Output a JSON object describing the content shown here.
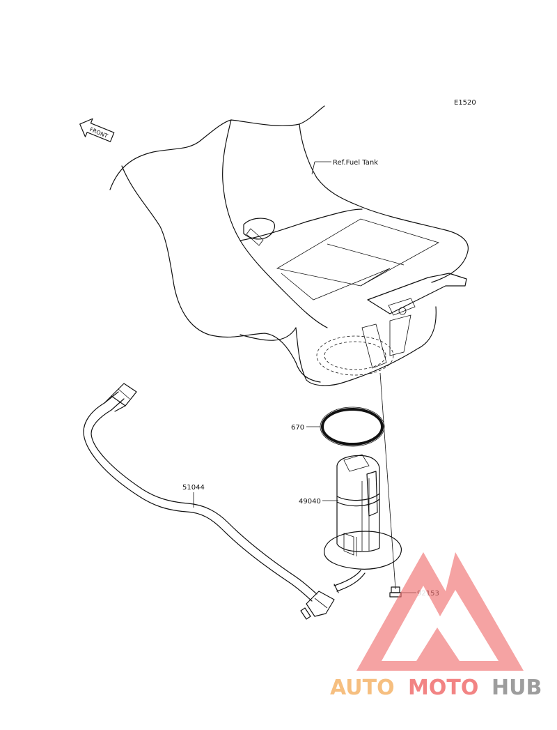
{
  "diagram": {
    "code": "E1520",
    "front_label": "FRONT",
    "ref_label": "Ref.Fuel Tank",
    "parts": [
      {
        "id": "gasket",
        "number": "670"
      },
      {
        "id": "fuel-pump",
        "number": "49040"
      },
      {
        "id": "fuel-hose",
        "number": "51044"
      },
      {
        "id": "bolt",
        "number": "92153"
      }
    ]
  },
  "watermark": {
    "part1": "AUTO",
    "part2": "MOTO",
    "part3": "HUB",
    "colors": {
      "orange": "#f5b56a",
      "red": "#f06f6f",
      "gray": "#8c8c8c"
    }
  }
}
